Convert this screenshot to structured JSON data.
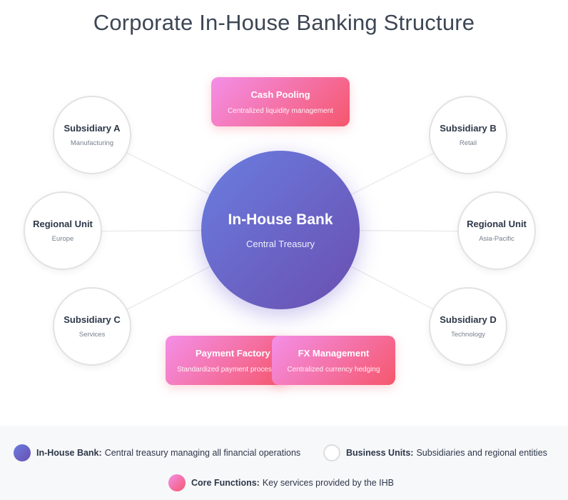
{
  "title": "Corporate In-House Banking Structure",
  "hub": {
    "name": "In-House Bank",
    "sub": "Central Treasury"
  },
  "units": [
    {
      "name": "Subsidiary A",
      "sub": "Manufacturing"
    },
    {
      "name": "Subsidiary B",
      "sub": "Retail"
    },
    {
      "name": "Regional Unit",
      "sub": "Europe"
    },
    {
      "name": "Regional Unit",
      "sub": "Asia-Pacific"
    },
    {
      "name": "Subsidiary C",
      "sub": "Services"
    },
    {
      "name": "Subsidiary D",
      "sub": "Technology"
    }
  ],
  "functions": [
    {
      "name": "Cash Pooling",
      "sub": "Centralized liquidity management"
    },
    {
      "name": "Payment Factory",
      "sub": "Standardized payment processing"
    },
    {
      "name": "FX Management",
      "sub": "Centralized currency hedging"
    }
  ],
  "legend": {
    "bank": {
      "label": "In-House Bank:",
      "text": "Central treasury managing all financial operations"
    },
    "units": {
      "label": "Business Units:",
      "text": "Subsidiaries and regional entities"
    },
    "functions": {
      "label": "Core Functions:",
      "text": "Key services provided by the IHB"
    }
  },
  "colors": {
    "hub_gradient": [
      "#6a7de0",
      "#6a4fb0"
    ],
    "function_gradient": [
      "#f48fe8",
      "#f5576c"
    ],
    "unit_border": "#e2e2e2"
  }
}
